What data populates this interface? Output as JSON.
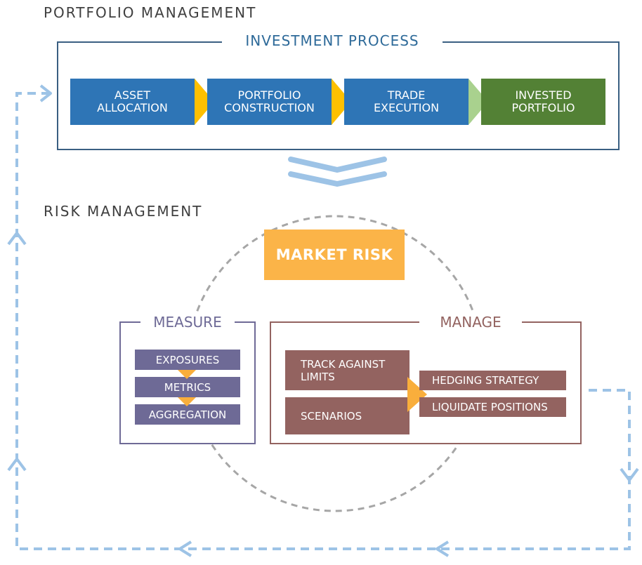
{
  "portfolio_heading": "PORTFOLIO MANAGEMENT",
  "risk_heading": "RISK MANAGEMENT",
  "investment_process": {
    "title": "INVESTMENT PROCESS",
    "steps": [
      {
        "label": "ASSET\nALLOCATION"
      },
      {
        "label": "PORTFOLIO\nCONSTRUCTION"
      },
      {
        "label": "TRADE\nEXECUTION"
      },
      {
        "label": "INVESTED\nPORTFOLIO"
      }
    ]
  },
  "market_risk": "MARKET RISK",
  "measure": {
    "title": "MEASURE",
    "items": [
      "EXPOSURES",
      "METRICS",
      "AGGREGATION"
    ]
  },
  "manage": {
    "title": "MANAGE",
    "inputs": [
      "TRACK AGAINST\nLIMITS",
      "SCENARIOS"
    ],
    "actions": [
      "HEDGING STRATEGY",
      "LIQUIDATE POSITIONS"
    ]
  },
  "colors": {
    "process_blue": "#2e75b6",
    "invested_green": "#538135",
    "chevron_yellow": "#ffc000",
    "chevron_green": "#a9d18e",
    "frame_blue": "#3a5f82",
    "market_risk_orange": "#fbb448",
    "measure_purple": "#6e6a96",
    "manage_brown": "#936360",
    "manage_arrow": "#f9ae3c",
    "flow_light_blue": "#9dc3e6",
    "dashed_gray": "#a6a6a6"
  }
}
